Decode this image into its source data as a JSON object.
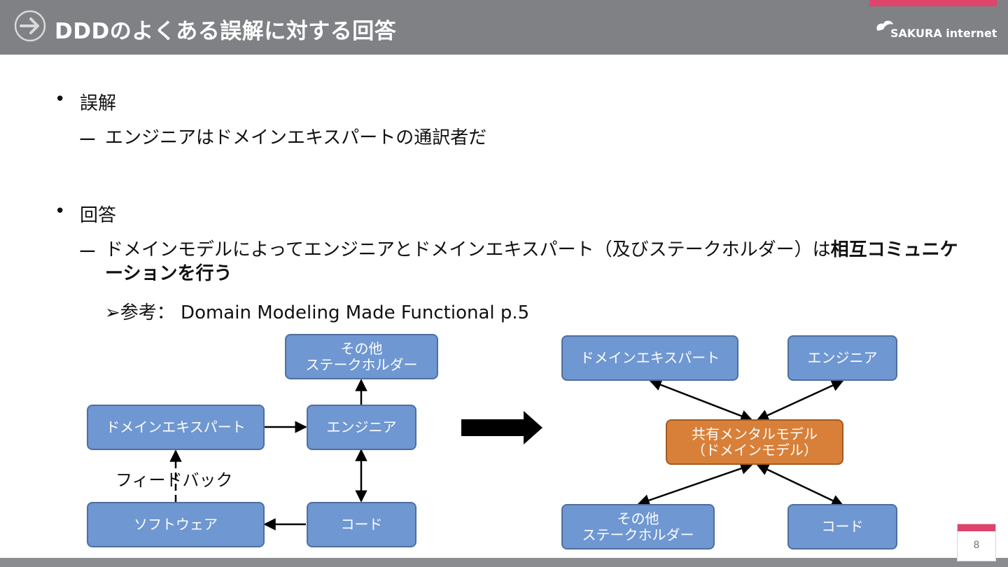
{
  "header": {
    "title": "DDDのよくある誤解に対する回答",
    "logo_text": "SAKURA internet"
  },
  "content": {
    "bullet1": "誤解",
    "sub1": "エンジニアはドメインエキスパートの通訳者だ",
    "bullet2": "回答",
    "sub2_normal": "ドメインモデルによってエンジニアとドメインエキスパート（及びステークホルダー）は",
    "sub2_bold": "相互コミュニケーションを行う",
    "ref": "➢参考： Domain Modeling Made Functional p.5",
    "bullet_symbol": "•",
    "dash_symbol": "ー"
  },
  "diagram_left": {
    "box_other": "その他\nステークホルダー",
    "box_expert": "ドメインエキスパート",
    "box_engineer": "エンジニア",
    "box_software": "ソフトウェア",
    "box_code": "コード",
    "feedback_label": "フィードバック"
  },
  "diagram_right": {
    "box_expert": "ドメインエキスパート",
    "box_engineer": "エンジニア",
    "box_model": "共有メンタルモデル\n（ドメインモデル）",
    "box_other": "その他\nステークホルダー",
    "box_code": "コード"
  },
  "footer": {
    "page_number": "8"
  },
  "colors": {
    "header_bg": "#7f8185",
    "accent": "#e0446a",
    "box_blue": "#6f97d2",
    "box_orange": "#d8803a"
  }
}
